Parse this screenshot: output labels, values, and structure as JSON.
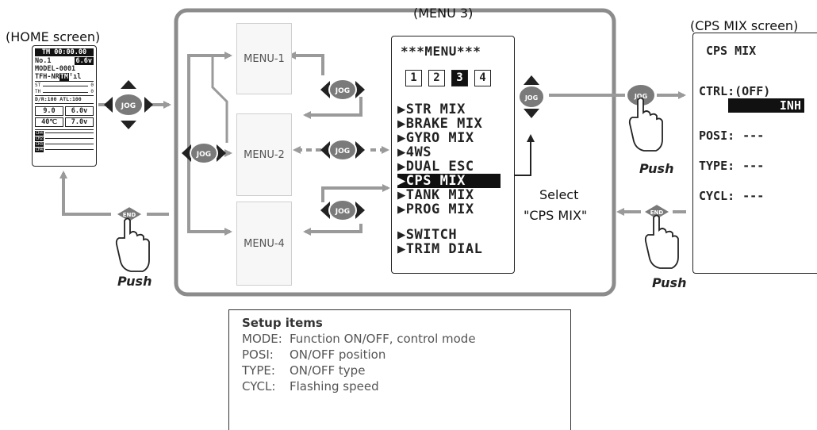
{
  "captions": {
    "home": "(HOME screen)",
    "menu3": "(MENU 3)",
    "cps_screen": "(CPS MIX screen)",
    "select": "Select",
    "select_item": "\"CPS MIX\""
  },
  "home_screen": {
    "timer": "TM 00:00.00",
    "model_no": "No.1",
    "battery": "6.6v",
    "model_name": "MODEL-0001",
    "mode": "TFH-NR",
    "tm_badge": "TM",
    "st_label": "ST",
    "st_value": "0",
    "th_label": "TH",
    "th_value": "0",
    "dr_atl": "D/R:100 ATL:100",
    "rx_voltage": "9.0",
    "tx_voltage": "6.0v",
    "temp": "40℃",
    "volt2": "7.0v",
    "channels": [
      "CH4",
      "CH2",
      "CH3",
      "CH4"
    ]
  },
  "menu_boxes": [
    "MENU-1",
    "MENU-2",
    "MENU-4"
  ],
  "menu3": {
    "header": "***MENU***",
    "tabs": [
      "1",
      "2",
      "3",
      "4"
    ],
    "active_tab": "3",
    "items": [
      "▶STR MIX",
      "▶BRAKE MIX",
      "▶GYRO MIX",
      "▶4WS",
      "▶DUAL ESC",
      "▶CPS MIX",
      "▶TANK MIX",
      "▶PROG MIX"
    ],
    "selected_item": "▶CPS MIX",
    "items2": [
      "▶SWITCH",
      "▶TRIM DIAL"
    ]
  },
  "cps_screen": {
    "title": "CPS MIX",
    "ctrl_label": "CTRL:",
    "ctrl_value": "(OFF)",
    "ctrl_state": "INH",
    "posi_label": "POSI:",
    "posi_value": "---",
    "type_label": "TYPE:",
    "type_value": "---",
    "cycl_label": "CYCL:",
    "cycl_value": "---"
  },
  "buttons": {
    "jog": "JOG",
    "end": "END",
    "push": "Push"
  },
  "setup": {
    "title": "Setup items",
    "rows": [
      {
        "key": "MODE:",
        "desc": "Function ON/OFF, control mode"
      },
      {
        "key": "POSI:",
        "desc": "ON/OFF position"
      },
      {
        "key": "TYPE:",
        "desc": "ON/OFF type"
      },
      {
        "key": "CYCL:",
        "desc": "Flashing speed"
      }
    ]
  },
  "colors": {
    "arrow_gray": "#9a9a9a",
    "frame_gray": "#8c8c8c",
    "jog_fill": "#7a7a7a"
  }
}
